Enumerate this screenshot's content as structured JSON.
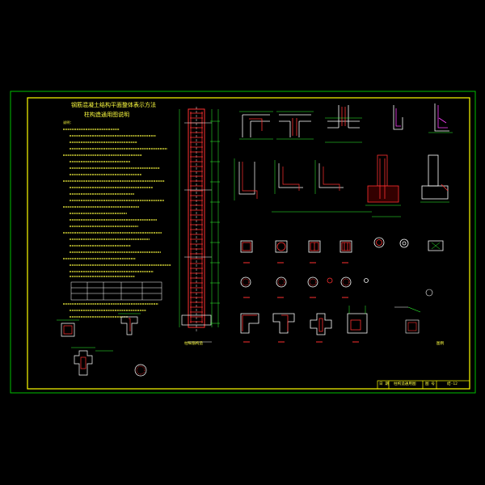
{
  "drawing": {
    "title_line1": "钢筋混凝土结构平面整体表示方法",
    "title_line2": "柱构造通用图说明",
    "notes_heading": "说明：",
    "elevation_label": "柱纵筋构造",
    "legend_label": "图例",
    "title_block": {
      "cell_a": "日 期",
      "cell_b": "柱构造通用图",
      "cell_c": "图 号",
      "cell_d": "结-12"
    }
  },
  "colors": {
    "background": "#000000",
    "border_outer": "#00c000",
    "border_inner": "#ffff00",
    "concrete": "#ff3030",
    "rebar": "#ff40ff",
    "text": "#ffff40",
    "dimension": "#30ff30",
    "blue": "#4060ff",
    "white": "#ffffff",
    "cyan": "#30e0ff"
  }
}
